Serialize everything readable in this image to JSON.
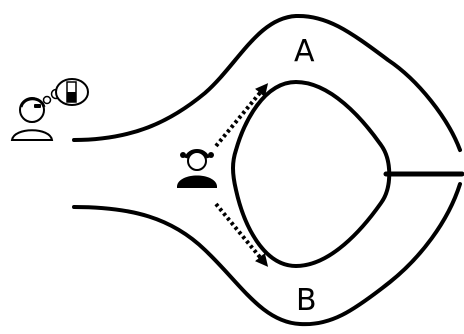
{
  "diagram": {
    "labels": {
      "top_exit": "A",
      "bottom_exit": "B"
    },
    "colors": {
      "stroke": "#000000",
      "background": "#ffffff"
    },
    "figures": {
      "observer": "observer-person-icon",
      "thought_bubble": "thought-bubble-icon",
      "hint_content": "half-filled-card-icon",
      "subject": "subject-person-icon"
    },
    "arrows": [
      {
        "name": "arrow-to-a",
        "direction": "up-right",
        "style": "dotted"
      },
      {
        "name": "arrow-to-b",
        "direction": "down-right",
        "style": "dotted"
      }
    ]
  }
}
